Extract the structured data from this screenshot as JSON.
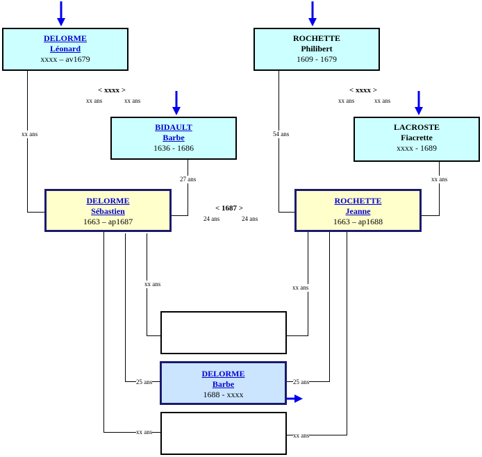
{
  "persons": {
    "leonard": {
      "surname": "DELORME",
      "given": "Léonard",
      "dates": "xxxx – av1679"
    },
    "philibert": {
      "surname": "ROCHETTE",
      "given": "Philibert",
      "dates": "1609 - 1679"
    },
    "barbe_bidault": {
      "surname": "BIDAULT",
      "given": "Barbe",
      "dates": "1636 - 1686"
    },
    "fiacrette": {
      "surname": "LACROSTE",
      "given": "Fiacrette",
      "dates": "xxxx - 1689"
    },
    "sebastien": {
      "surname": "DELORME",
      "given": "Sébastien",
      "dates": "1663 – ap1687"
    },
    "jeanne": {
      "surname": "ROCHETTE",
      "given": "Jeanne",
      "dates": "1663 – ap1688"
    },
    "barbe_delorme": {
      "surname": "DELORME",
      "given": "Barbe",
      "dates": "1688 - xxxx"
    }
  },
  "marriages": {
    "left": {
      "year": "< xxxx >",
      "age_a": "xx ans",
      "age_b": "xx ans"
    },
    "right": {
      "year": "< xxxx >",
      "age_a": "xx ans",
      "age_b": "xx ans"
    },
    "center": {
      "year": "< 1687 >",
      "age_a": "24 ans",
      "age_b": "24 ans"
    }
  },
  "ages": {
    "leonard": "xx ans",
    "barbe_bidault": "27 ans",
    "philibert": "54 ans",
    "fiacrette": "xx ans",
    "child1_father": "xx ans",
    "child1_mother": "xx ans",
    "child2_father": "25 ans",
    "child2_mother": "25 ans",
    "child3_father": "xx ans",
    "child3_mother": "xx ans"
  },
  "colors": {
    "arrow": "#0000ee",
    "cyan": "#ccffff",
    "yellow": "#ffffcc",
    "child": "#cce5ff",
    "thick_border": "#1a1a6e"
  }
}
